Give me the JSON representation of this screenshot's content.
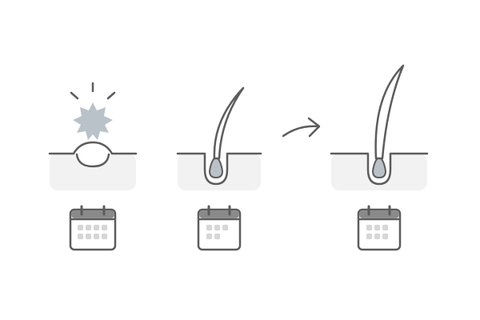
{
  "diagram": {
    "description_visible_text": "",
    "stages": [
      {
        "id": "stage-1",
        "icons": [
          "burst-icon",
          "skin-bump-icon",
          "calendar-icon"
        ]
      },
      {
        "id": "stage-2",
        "icons": [
          "hair-follicle-icon",
          "short-hair-icon",
          "calendar-icon"
        ]
      },
      {
        "id": "stage-3",
        "icons": [
          "hair-follicle-icon",
          "long-hair-icon",
          "calendar-icon"
        ]
      }
    ],
    "connector_icon": "arrow-right-icon",
    "colors": {
      "stroke": "#5c5c5c",
      "skin_fill": "#f2f2f2",
      "accent_fill": "#b9c2c9",
      "calendar_cells": "#d6d6d6",
      "background": "#ffffff"
    }
  }
}
